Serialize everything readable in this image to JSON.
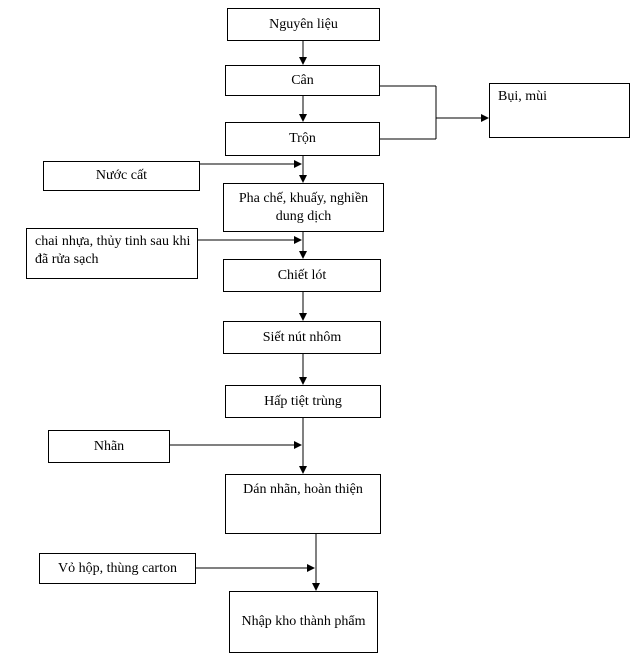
{
  "process_steps": {
    "nguyen_lieu": "Nguyên liệu",
    "can": "Cân",
    "tron": "Trộn",
    "pha_che": "Pha chế, khuấy, nghiền dung dịch",
    "chiet_lot": "Chiết lót",
    "siet_nut": "Siết nút nhôm",
    "hap_tiet_trung": "Hấp tiệt trùng",
    "dan_nhan": "Dán nhãn, hoàn thiện",
    "nhap_kho": "Nhập kho thành phẩm"
  },
  "inputs": {
    "nuoc_cat": "Nước cất",
    "chai": "chai nhựa, thủy tinh sau khi đã rửa sạch",
    "nhan": "Nhãn",
    "vo_hop": "Vỏ hộp, thùng carton"
  },
  "outputs": {
    "bui_mui": "Bụi, mùi"
  }
}
